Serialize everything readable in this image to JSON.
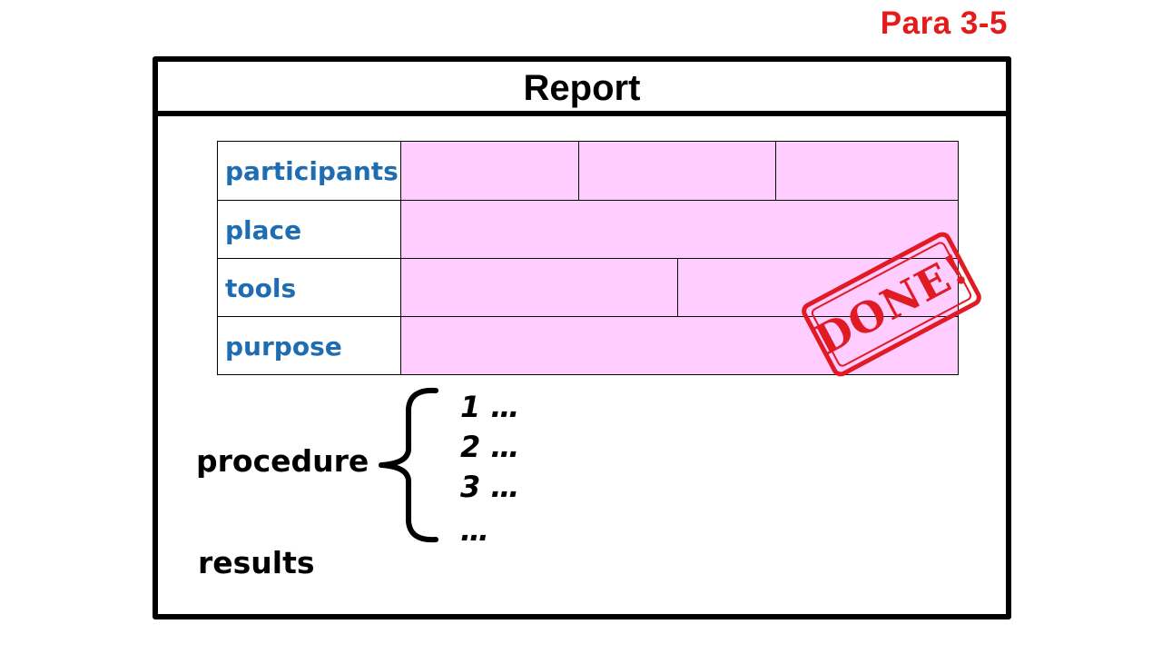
{
  "header": {
    "para_label": "Para 3-5"
  },
  "report": {
    "title": "Report",
    "rows": [
      {
        "label": "participants",
        "cells": 3
      },
      {
        "label": "place",
        "cells": 1
      },
      {
        "label": "tools",
        "cells": 2
      },
      {
        "label": "purpose",
        "cells": 1
      }
    ],
    "cell_color": "#ffcdff",
    "label_color": "#1e6db1",
    "stamp": {
      "text": "DONE!",
      "color": "#e01b23"
    },
    "procedure": {
      "label": "procedure",
      "steps": [
        "1 …",
        "2 …",
        "3 …",
        "…"
      ]
    },
    "results": {
      "label": "results"
    }
  }
}
